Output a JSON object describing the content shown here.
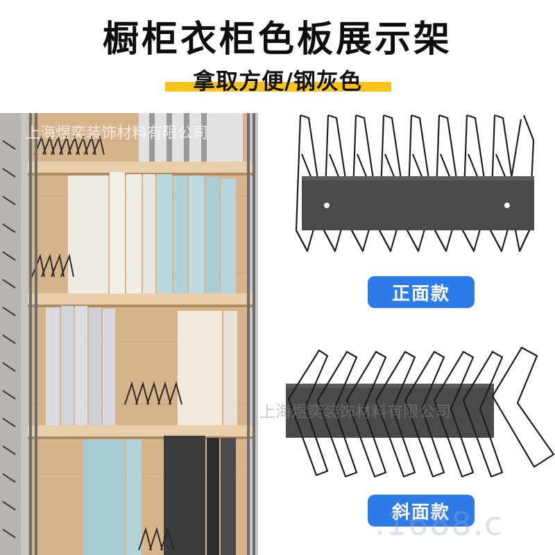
{
  "title": "橱柜衣柜色板展示架",
  "subtitle": "拿取方便/钢灰色",
  "badges": {
    "front": "正面款",
    "tilted": "斜面款"
  },
  "watermark": "上海煜奕装饰材料有限公司",
  "watermark_domain": ".1688.c",
  "colors": {
    "accent_bar": "#f7c21a",
    "badge_blue": "#2d7be6",
    "rack_steel": "#4a4a4a"
  }
}
